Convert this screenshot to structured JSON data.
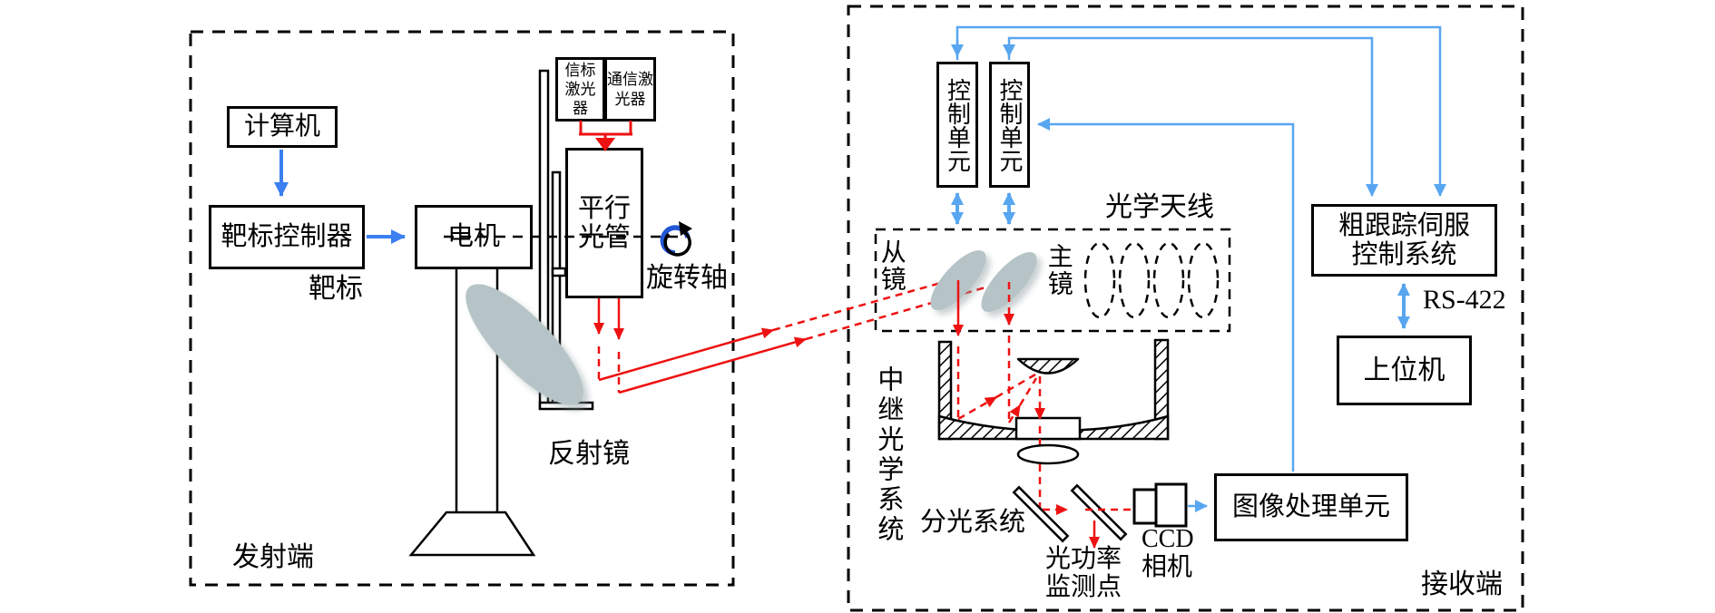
{
  "diagram": {
    "transmitter": {
      "section_label": "发射端",
      "computer": "计算机",
      "target_controller": "靶标控制器",
      "motor": "电机",
      "target": "靶标",
      "beacon_laser": "信标激光器",
      "comm_laser": "通信激光器",
      "collimator": "平行光管",
      "rotation_axis": "旋转轴",
      "reflector": "反射镜"
    },
    "receiver": {
      "section_label": "接收端",
      "control_unit_1": "控制单元",
      "control_unit_2": "控制单元",
      "optical_antenna": "光学天线",
      "secondary_mirror": "从镜",
      "primary_mirror": "主镜",
      "relay_optics": "中继光学系统",
      "beam_splitter": "分光系统",
      "power_monitor": {
        "line1": "光功率",
        "line2": "监测点"
      },
      "ccd_camera": {
        "line1": "CCD",
        "line2": "相机"
      },
      "image_processing": "图像处理单元",
      "coarse_tracking": {
        "line1": "粗跟踪伺服",
        "line2": "控制系统"
      },
      "rs422": "RS-422",
      "host_computer": "上位机"
    },
    "colors": {
      "signal_blue": "#58a6f0",
      "control_blue": "#3b7ff0",
      "laser_red": "#ee1111",
      "mirror_gray": "#b6c4c7"
    }
  }
}
